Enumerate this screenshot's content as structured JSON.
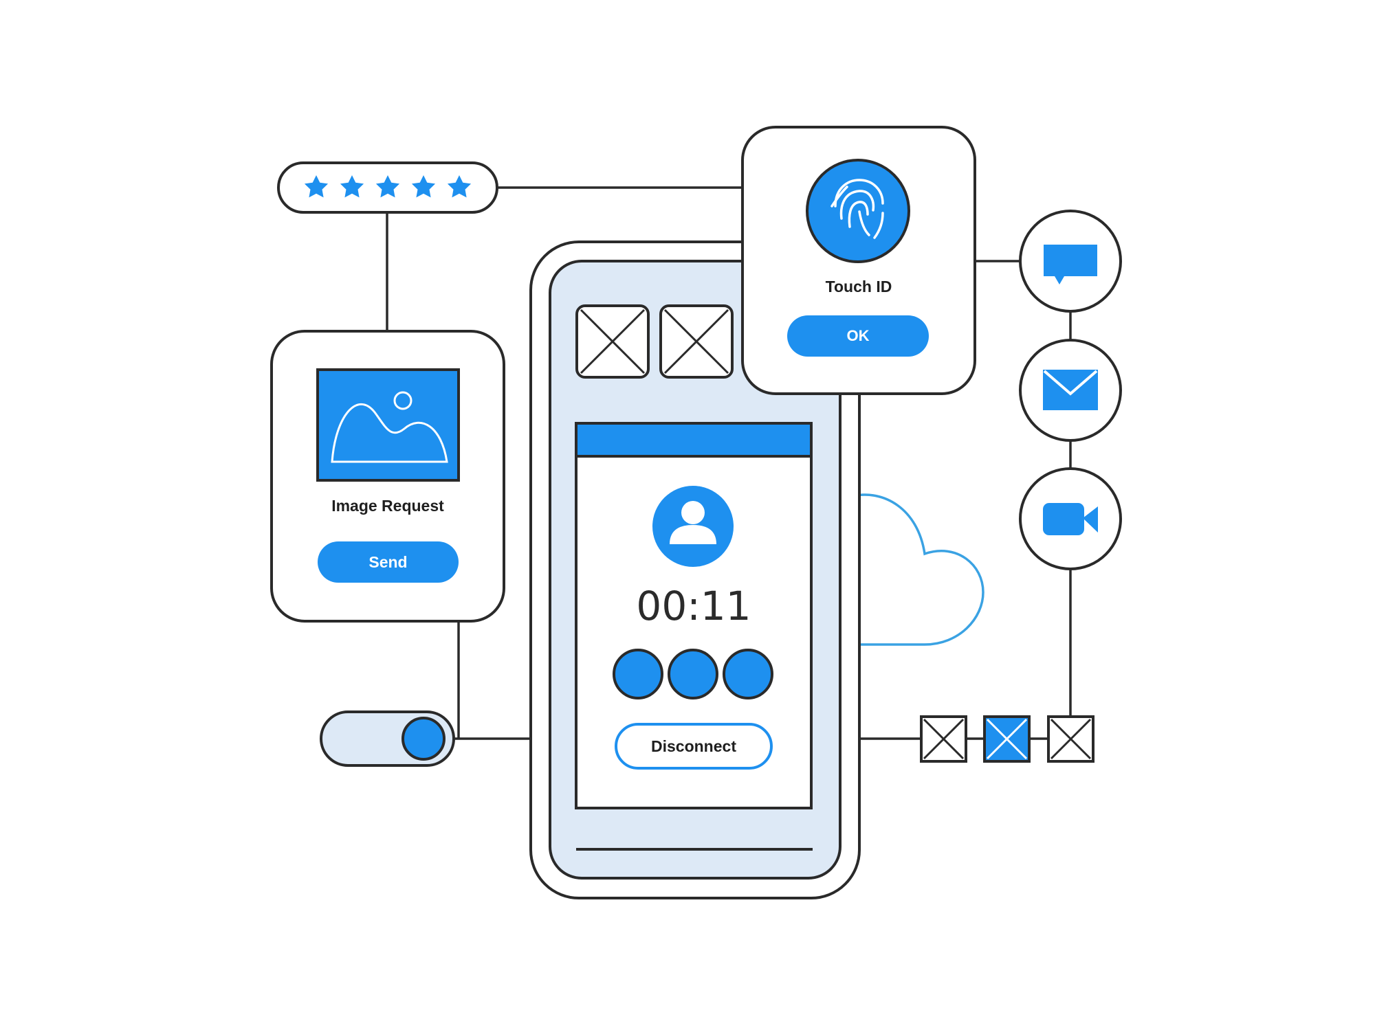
{
  "image_request": {
    "title": "Image Request",
    "button_label": "Send"
  },
  "touch_id": {
    "title": "Touch ID",
    "button_label": "OK"
  },
  "call": {
    "timer": "00:11",
    "disconnect_label": "Disconnect"
  },
  "rating": {
    "stars": 5
  },
  "toggle": {
    "state": "on"
  },
  "contact_icons": [
    "chat-bubble-icon",
    "mail-envelope-icon",
    "video-camera-icon"
  ],
  "colors": {
    "accent": "#1e90ef",
    "outline": "#2a2a2a",
    "screen_fill": "#dde9f6",
    "cloud_stroke": "#3aa2e3"
  }
}
